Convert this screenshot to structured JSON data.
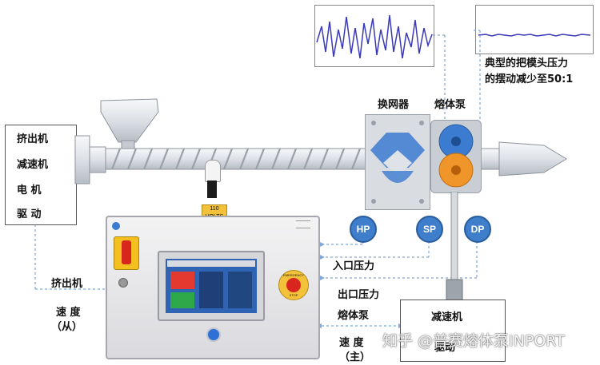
{
  "left_box": {
    "line1": "挤出机",
    "line2": "减速机",
    "line3": "电  机",
    "line4": "驱  动"
  },
  "labels": {
    "screen_changer": "换网器",
    "melt_pump": "熔体泵",
    "caption_line1": "典型的把模头压力",
    "caption_line2": "的摆动减少至50:1",
    "inlet_pressure": "入口压力",
    "outlet_pressure": "出口压力",
    "melt_pump_speed": "熔体泵",
    "extruder_speed_line1": "挤出机",
    "extruder_speed_line2": "速   度",
    "extruder_speed_line3": "（从）",
    "pump_speed_line1": "速   度",
    "pump_speed_line2": "（主）",
    "gear_box": "减速机",
    "gear_box_sub": "驱动",
    "voltage_tag_line1": "110",
    "voltage_tag_line2": "VOLTS",
    "emergency": "EMERGENCY",
    "stop": "STOP"
  },
  "sensors": {
    "hp": "HP",
    "sp": "SP",
    "dp": "DP"
  },
  "watermark": "知乎 @普赛熔体泵INPORT",
  "colors": {
    "sensor_blue": "#3f7ecb",
    "pump_gear_top": "#3b7bd0",
    "pump_gear_bottom": "#f0952a",
    "dashed_line": "#7fa7d8",
    "wave": "#3a3ab8"
  },
  "icons": [
    "emergency-stop-icon",
    "power-switch-icon",
    "hopper-icon",
    "beacon-light-icon"
  ]
}
